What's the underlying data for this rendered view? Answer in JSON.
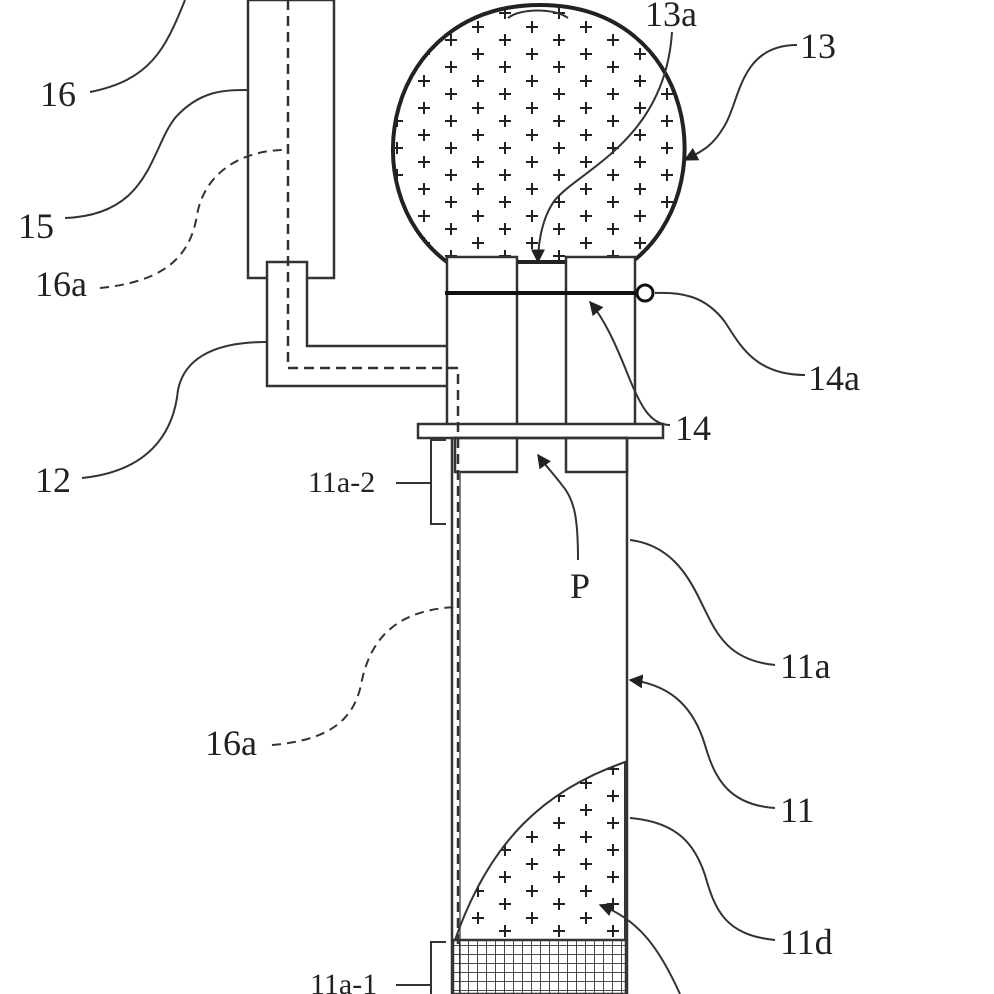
{
  "labels": {
    "l16": "16",
    "l15": "15",
    "l16a_top": "16a",
    "l12": "12",
    "l11a2": "11a-2",
    "l16a_bottom": "16a",
    "l11a1": "11a-1",
    "l13a": "13a",
    "l13": "13",
    "l14a": "14a",
    "l14": "14",
    "lP": "P",
    "l11a": "11a",
    "l11": "11",
    "l11d": "11d"
  }
}
